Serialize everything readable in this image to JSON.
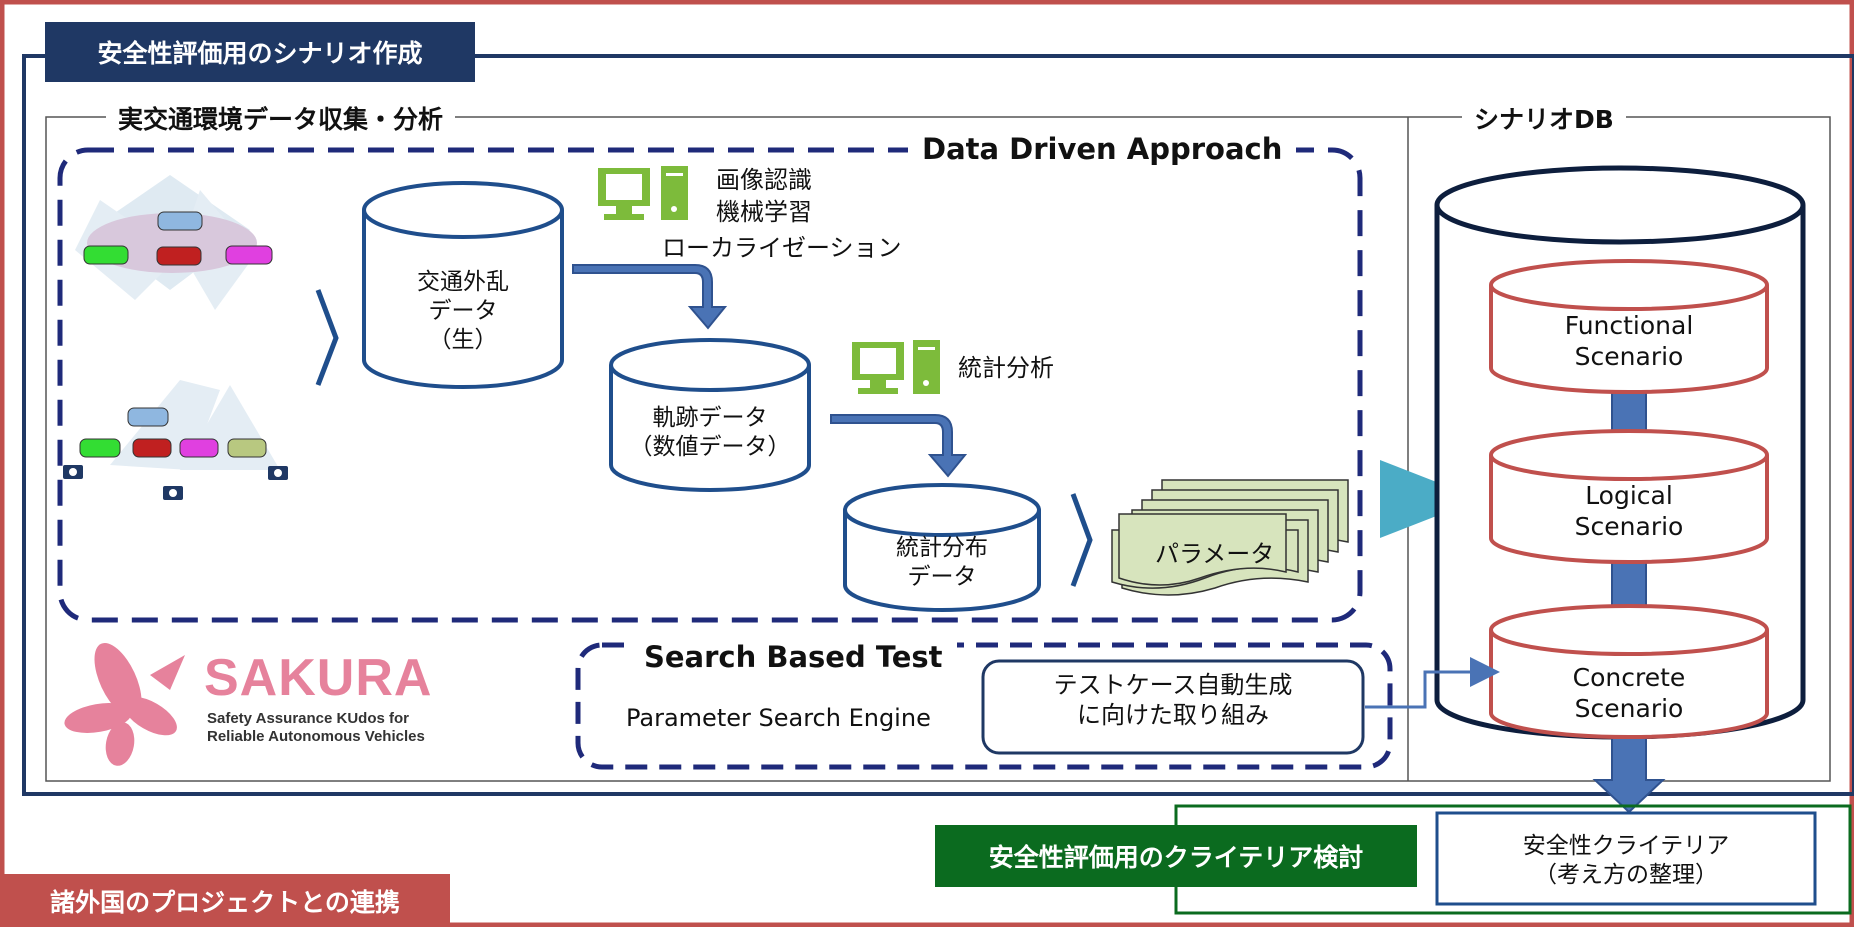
{
  "outer_section": {
    "title": "安全性評価用のシナリオ作成"
  },
  "collection_section": {
    "title": "実交通環境データ収集・分析"
  },
  "scenario_db": {
    "title": "シナリオDB"
  },
  "data_driven": {
    "title": "Data Driven Approach"
  },
  "cylinders": {
    "raw": [
      "交通外乱",
      "データ",
      "（生）"
    ],
    "trajectory": [
      "軌跡データ",
      "（数値データ）"
    ],
    "statistics": [
      "統計分布",
      "データ"
    ]
  },
  "processing": {
    "recognition": [
      "画像認識",
      "機械学習",
      "ローカライゼーション"
    ],
    "analysis": "統計分析"
  },
  "parameter": "パラメータ",
  "scenarios": [
    [
      "Functional",
      "Scenario"
    ],
    [
      "Logical",
      "Scenario"
    ],
    [
      "Concrete",
      "Scenario"
    ]
  ],
  "search": {
    "title": "Search Based Test",
    "engine": "Parameter Search Engine",
    "box": [
      "テストケース自動生成",
      "に向けた取り組み"
    ]
  },
  "logo": {
    "name": "SAKURA",
    "tagline": [
      "Safety Assurance KUdos for",
      "Reliable Autonomous Vehicles"
    ]
  },
  "criteria": {
    "title": "安全性評価用のクライテリア検討",
    "box": [
      "安全性クライテリア",
      "（考え方の整理）"
    ]
  },
  "foreign": {
    "title": "諸外国のプロジェクトとの連携"
  },
  "colors": {
    "red": "#c0504d",
    "navy": "#1f3864",
    "dark_navy": "#0d1e3d",
    "dashed_navy": "#1f2a7a",
    "arrow_blue": "#4a73b5",
    "cyan": "#4bacc6",
    "green": "#0b6b1f",
    "param_green": "#d7e4bd",
    "icon_green": "#7dbb3b"
  }
}
